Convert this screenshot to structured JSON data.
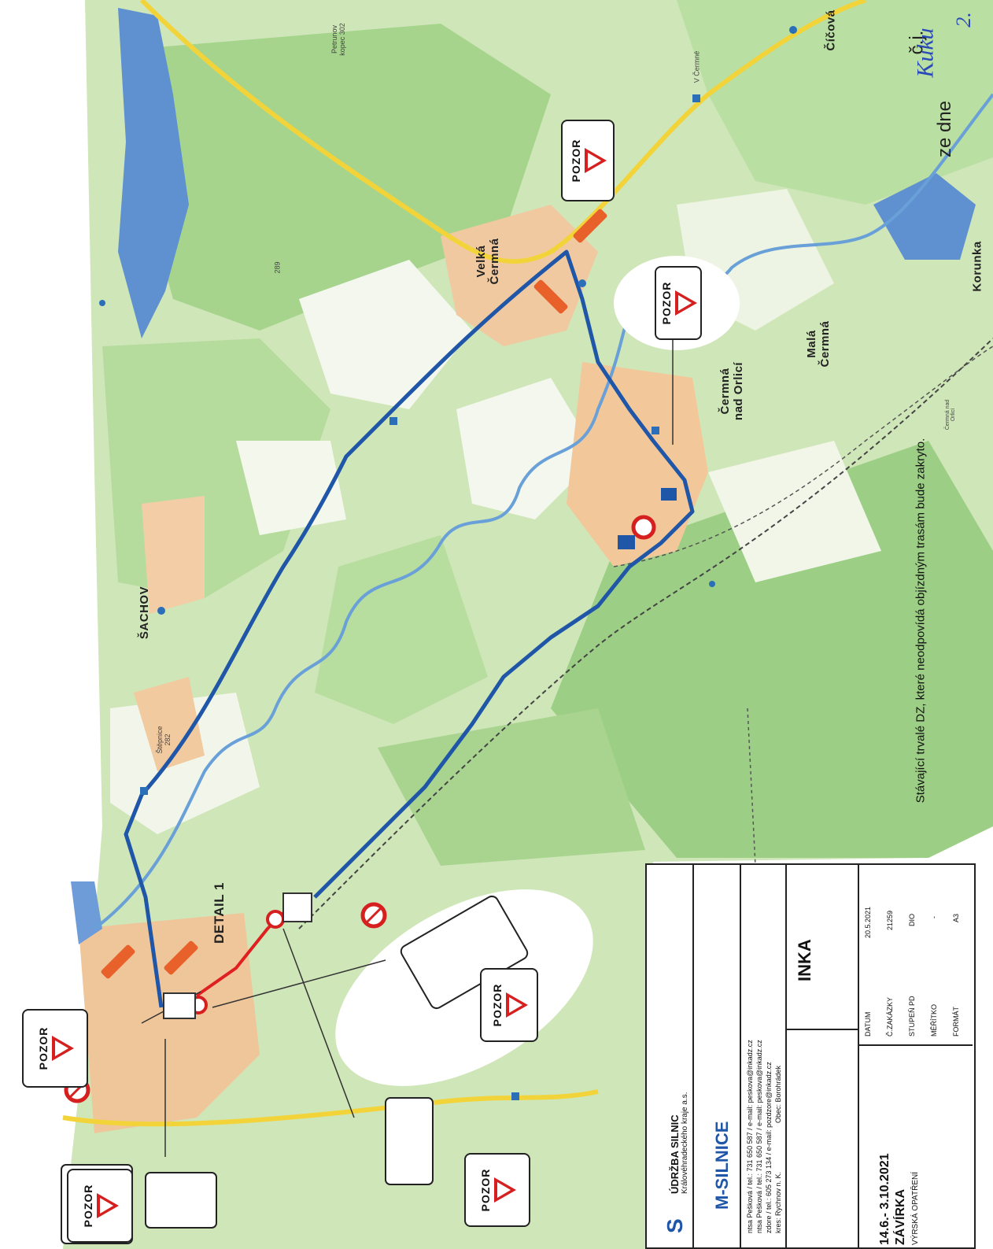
{
  "header": {
    "cj_label": "č.j.",
    "date_label": "ze dne",
    "handwriting_1": "Kuku",
    "handwriting_2": "2."
  },
  "map": {
    "places": {
      "cicova": "Číčová",
      "velka_cermna": "Velká Čermná",
      "cermna_nad_orlici": "Čermná nad Orlicí",
      "mala_cermna": "Malá Čermná",
      "korunka": "Korunka",
      "sachov": "ŠACHOV",
      "detail": "DETAIL 1",
      "petrunov": "Petrunov kopec 302",
      "stepnice": "Štěpnice 282",
      "elev_289": "289",
      "cermna_station": "Čermná nad Orlicí",
      "v_cermne": "V Čermné"
    },
    "sign_text": "POZOR",
    "note": "Stávající trvalé DZ, které neodpovídá objízdným trasám bude zakryto."
  },
  "info": {
    "company_sus": "ÚDRŽBA SILNIC",
    "company_sus_sub": "Královéhradeckého kraje a.s.",
    "company_m": "M-SILNICE",
    "company_inka": "INKA",
    "contact_1": "ntsa Pešková / tel.: 731 650 587 / e-mail: peskova@inkadz.cz",
    "contact_2": "ntsa Pešková / tel.: 731 650 587 / e-mail: peskova@inkadz.cz",
    "contact_3": "zdore / tel.: 605 273 134 / e-mail: pozdzore@inkadz.cz",
    "district_label": "kres: Rychnov n. K.",
    "municipality_label": "Obec: Borohrádek",
    "period": "14.6.- 3.10.2021",
    "closure": "ZÁVÍRKA",
    "measure": "VÝRSKÁ OPATŘENÍ",
    "rows": [
      {
        "label": "DATUM",
        "value": "20.5.2021"
      },
      {
        "label": "Č.ZAKÁZKY",
        "value": "21259"
      },
      {
        "label": "STUPEŇ PD",
        "value": "DIO"
      },
      {
        "label": "MĚŘÍTKO",
        "value": "-"
      },
      {
        "label": "FORMÁT",
        "value": "A3"
      }
    ]
  }
}
